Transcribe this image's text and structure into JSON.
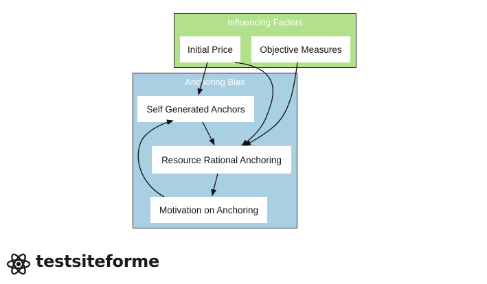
{
  "clusters": {
    "factors": {
      "title": "Influencing Factors",
      "color": "#b2e08b"
    },
    "anchoring": {
      "title": "Anchoring Bias",
      "color": "#a9cfe3"
    }
  },
  "nodes": {
    "initial_price": "Initial Price",
    "objective_measures": "Objective Measures",
    "self_generated": "Self Generated Anchors",
    "resource_rational": "Resource Rational Anchoring",
    "motivation": "Motivation on Anchoring"
  },
  "edges": [
    {
      "from": "Initial Price",
      "to": "Self Generated Anchors"
    },
    {
      "from": "Initial Price",
      "to": "Resource Rational Anchoring"
    },
    {
      "from": "Objective Measures",
      "to": "Resource Rational Anchoring"
    },
    {
      "from": "Self Generated Anchors",
      "to": "Resource Rational Anchoring"
    },
    {
      "from": "Resource Rational Anchoring",
      "to": "Motivation on Anchoring"
    },
    {
      "from": "Motivation on Anchoring",
      "to": "Self Generated Anchors"
    }
  ],
  "watermark": {
    "text": "testsiteforme",
    "icon": "atom-icon"
  }
}
